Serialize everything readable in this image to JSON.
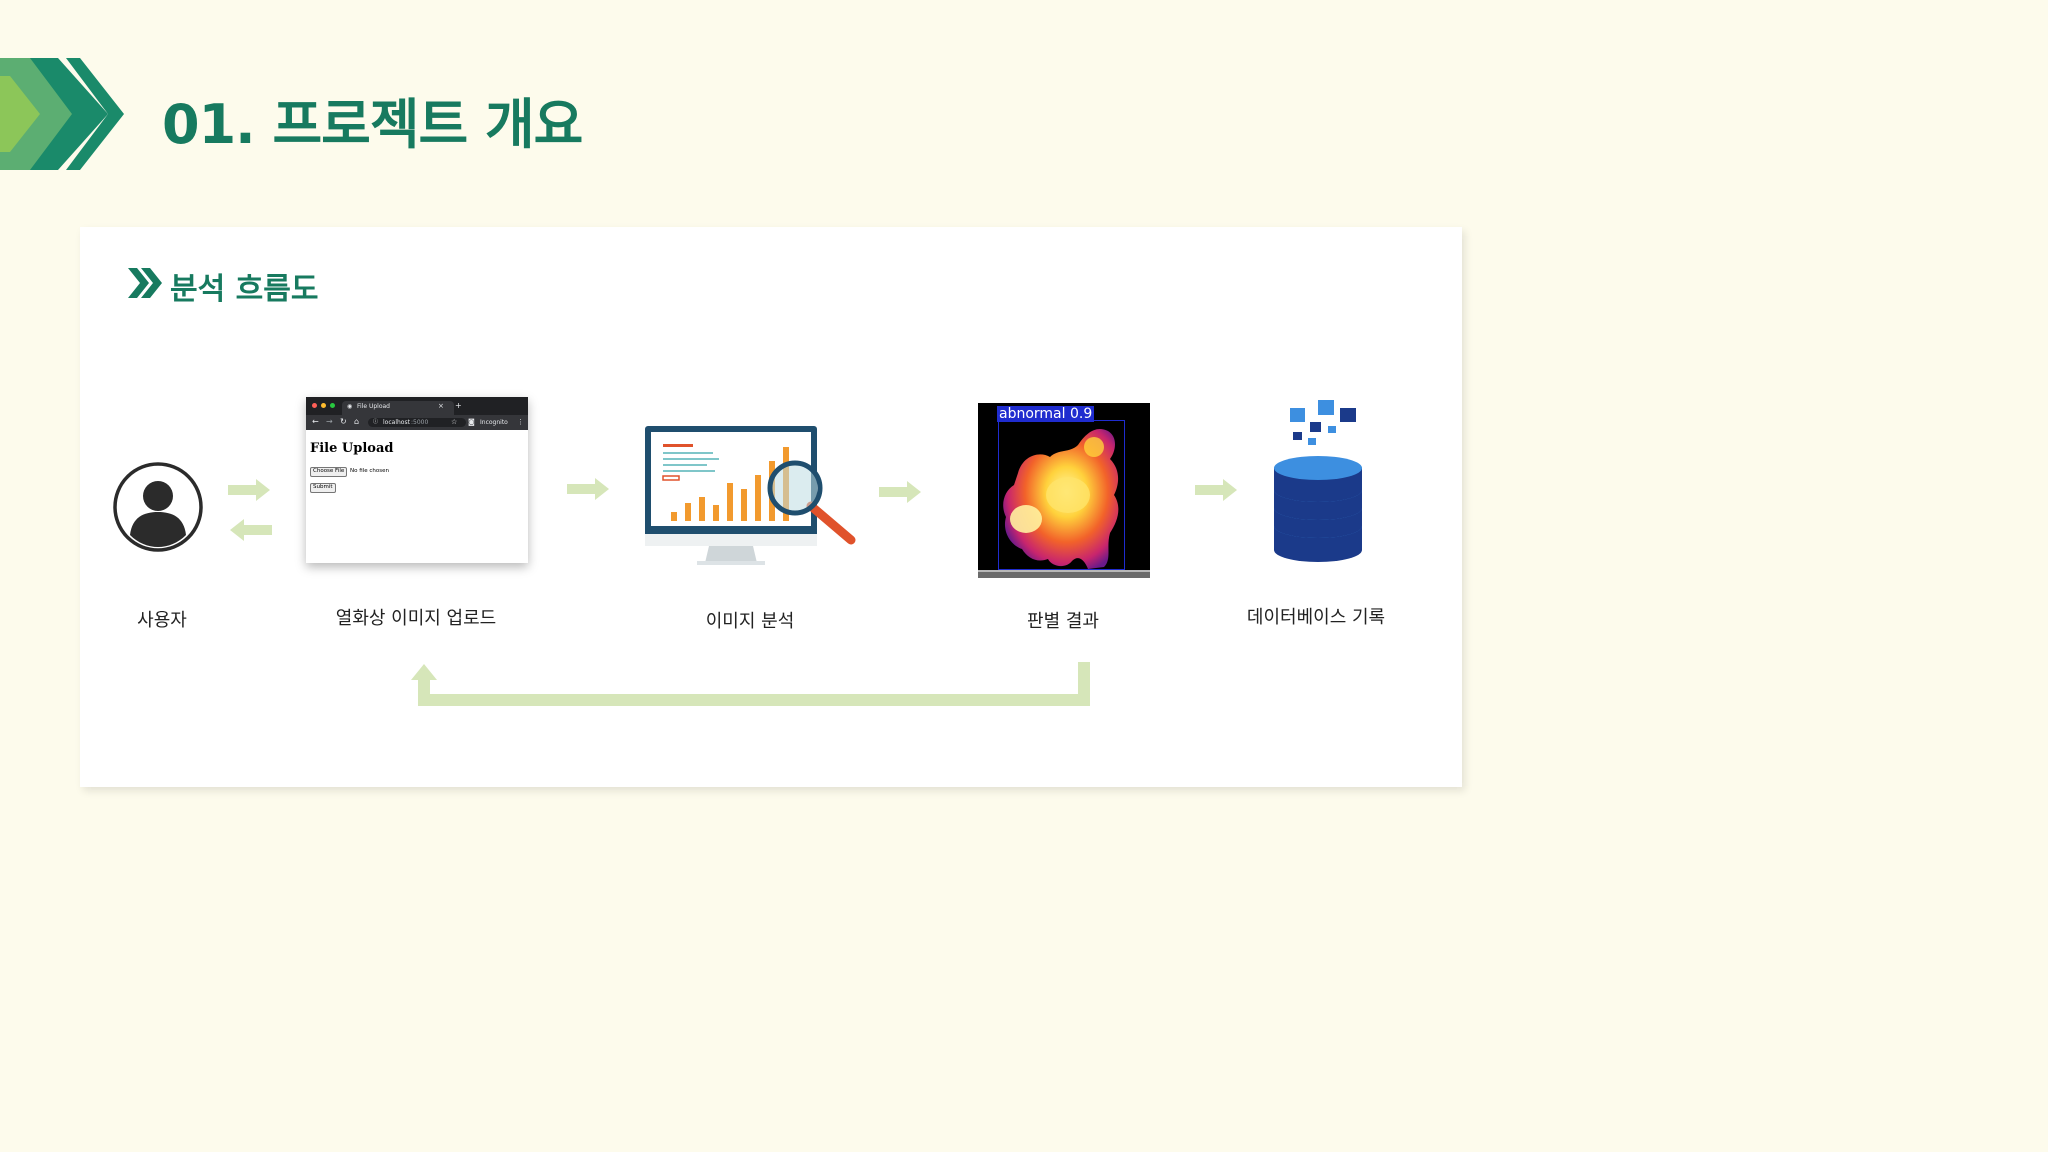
{
  "header": {
    "title": "01. 프로젝트 개요"
  },
  "section": {
    "title": "분석 흐름도"
  },
  "steps": [
    {
      "label": "사용자",
      "icon": "user-icon"
    },
    {
      "label": "열화상 이미지 업로드",
      "icon": "browser-window"
    },
    {
      "label": "이미지 분석",
      "icon": "monitor-analysis-icon"
    },
    {
      "label": "판별 결과",
      "icon": "thermal-image"
    },
    {
      "label": "데이터베이스 기록",
      "icon": "database-icon"
    }
  ],
  "browser": {
    "tab_title": "File Upload",
    "url_host": "localhost",
    "url_port": ":5000",
    "incognito": "Incognito",
    "page_heading": "File Upload",
    "choose_button": "Choose File",
    "no_file_text": "No file chosen",
    "submit_button": "Submit"
  },
  "result": {
    "detection_label": "abnormal 0.9"
  },
  "colors": {
    "brand_green": "#177a5f",
    "arrow_green": "#d6e6b9",
    "background": "#fdfbec"
  }
}
